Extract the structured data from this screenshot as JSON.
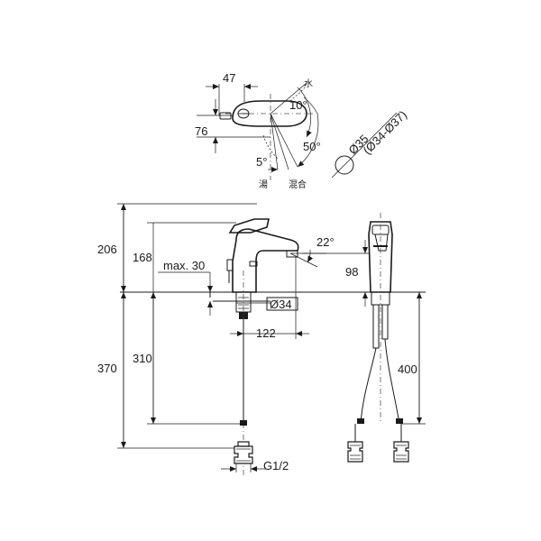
{
  "top_view": {
    "dim_width": "47",
    "dim_depth": "76",
    "label_cold": "水",
    "label_hot": "湯",
    "label_mix": "混合",
    "angle_cold": "10°",
    "angle_mix": "50°",
    "angle_hot": "5°"
  },
  "hole_spec": {
    "dia": "Ø35",
    "range": "(Ø34-Ø37)"
  },
  "side_view": {
    "dim_total_height": "206",
    "dim_spout_height": "168",
    "dim_max_deck": "max. 30",
    "dim_base_dia": "Ø34",
    "dim_reach": "122",
    "dim_total_length": "370",
    "dim_hose_length": "310",
    "dim_spout_outlet": "98",
    "angle_spout": "22°",
    "thread": "G1/2"
  },
  "front_view": {
    "dim_hose": "400"
  }
}
